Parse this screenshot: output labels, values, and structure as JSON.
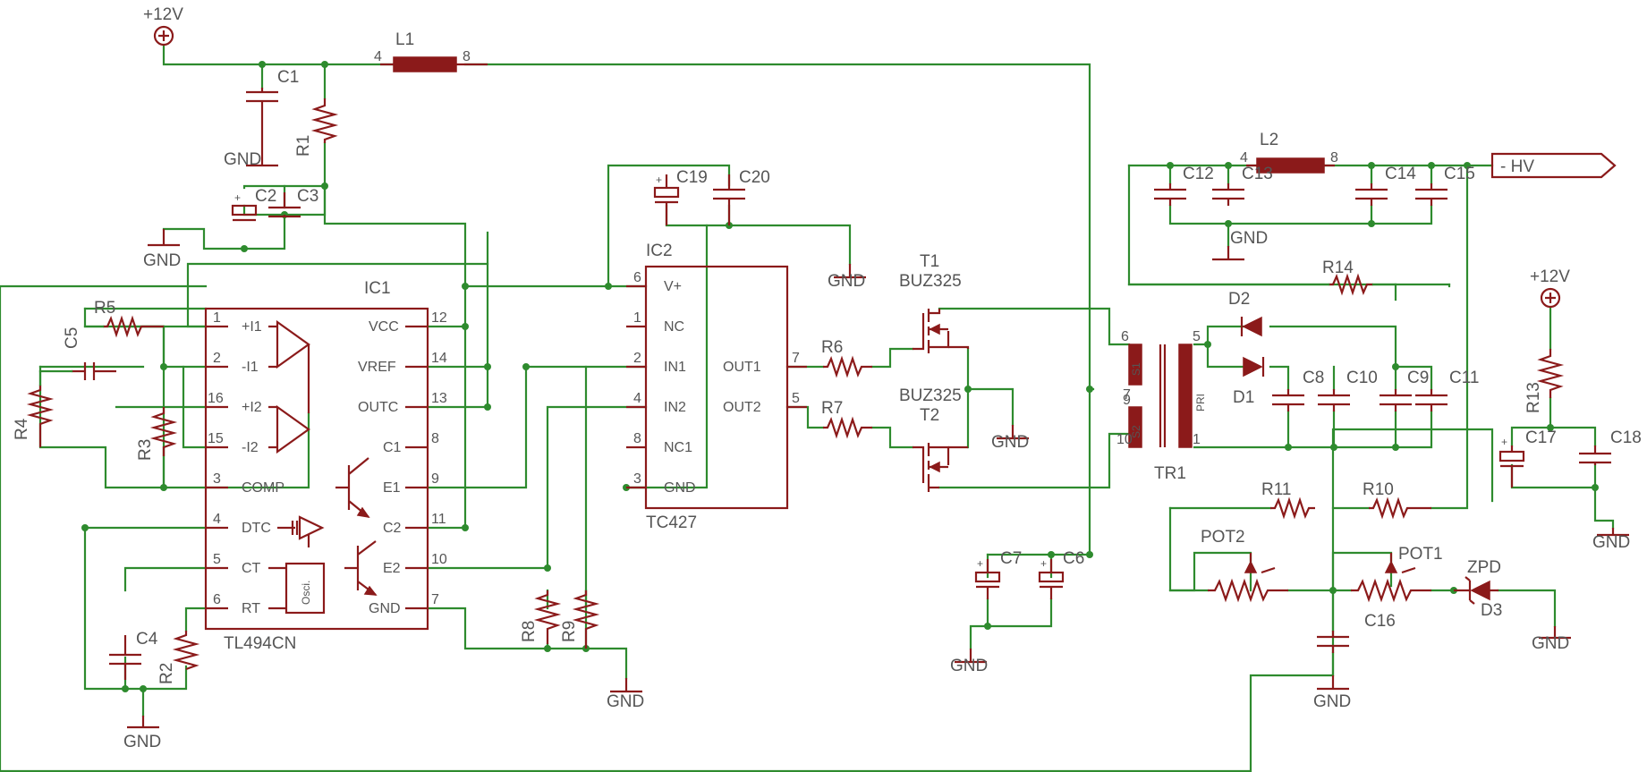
{
  "ic1": {
    "name": "IC1",
    "value": "TL494CN",
    "left_pins": [
      {
        "num": "1",
        "name": "+I1"
      },
      {
        "num": "2",
        "name": "-I1"
      },
      {
        "num": "16",
        "name": "+I2"
      },
      {
        "num": "15",
        "name": "-I2"
      },
      {
        "num": "3",
        "name": "COMP"
      },
      {
        "num": "4",
        "name": "DTC"
      },
      {
        "num": "5",
        "name": "CT"
      },
      {
        "num": "6",
        "name": "RT"
      }
    ],
    "right_pins": [
      {
        "num": "12",
        "name": "VCC"
      },
      {
        "num": "14",
        "name": "VREF"
      },
      {
        "num": "13",
        "name": "OUTC"
      },
      {
        "num": "8",
        "name": "C1"
      },
      {
        "num": "9",
        "name": "E1"
      },
      {
        "num": "11",
        "name": "C2"
      },
      {
        "num": "10",
        "name": "E2"
      },
      {
        "num": "7",
        "name": "GND"
      }
    ],
    "osc_label": "Osci."
  },
  "ic2": {
    "name": "IC2",
    "value": "TC427",
    "left_pins": [
      {
        "num": "6",
        "name": "V+"
      },
      {
        "num": "1",
        "name": "NC"
      },
      {
        "num": "2",
        "name": "IN1"
      },
      {
        "num": "4",
        "name": "IN2"
      },
      {
        "num": "8",
        "name": "NC1"
      },
      {
        "num": "3",
        "name": "GND"
      }
    ],
    "right_pins": [
      {
        "num": "7",
        "name": "OUT1"
      },
      {
        "num": "5",
        "name": "OUT2"
      }
    ]
  },
  "supply": {
    "v12_top": "+12V",
    "v12_right": "+12V",
    "hv": "- HV"
  },
  "gnd": "GND",
  "parts": {
    "L1": "L1",
    "L1_p1": "4",
    "L1_p2": "8",
    "L2": "L2",
    "L2_p1": "4",
    "L2_p2": "8",
    "C1": "C1",
    "C2": "C2",
    "C3": "C3",
    "C4": "C4",
    "C5": "C5",
    "C6": "C6",
    "C7": "C7",
    "C8": "C8",
    "C9": "C9",
    "C10": "C10",
    "C11": "C11",
    "C12": "C12",
    "C13": "C13",
    "C14": "C14",
    "C15": "C15",
    "C16": "C16",
    "C17": "C17",
    "C18": "C18",
    "C19": "C19",
    "C20": "C20",
    "R1": "R1",
    "R2": "R2",
    "R3": "R3",
    "R4": "R4",
    "R5": "R5",
    "R6": "R6",
    "R7": "R7",
    "R8": "R8",
    "R9": "R9",
    "R10": "R10",
    "R11": "R11",
    "R13": "R13",
    "R14": "R14",
    "T1": "T1",
    "T2": "T2",
    "T_value": "BUZ325",
    "D1": "D1",
    "D2": "D2",
    "D3": "D3",
    "ZPD": "ZPD",
    "POT1": "POT1",
    "POT2": "POT2",
    "TR1": "TR1",
    "TR1_p6": "6",
    "TR1_p7": "7",
    "TR1_p9": "9",
    "TR1_p10": "10",
    "TR1_p5": "5",
    "TR1_p1": "1",
    "TR1_s1": "S1",
    "TR1_s2": "S2",
    "TR1_pri": "PRI"
  }
}
